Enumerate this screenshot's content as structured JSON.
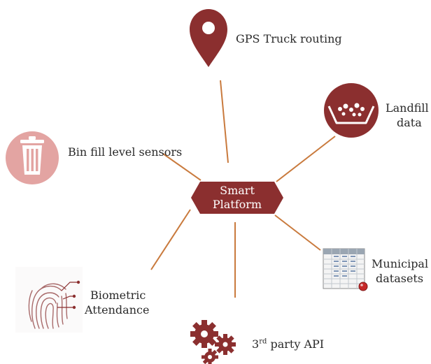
{
  "center": {
    "line1": "Smart",
    "line2": "Platform"
  },
  "nodes": {
    "gps": {
      "label": "GPS Truck routing",
      "icon": "map-pin-icon"
    },
    "landfill": {
      "line1": "Landfill",
      "line2": "data",
      "icon": "landfill-icon"
    },
    "bin": {
      "label": "Bin fill level sensors",
      "icon": "trash-bin-icon"
    },
    "municipal": {
      "line1": "Municipal",
      "line2": "datasets",
      "icon": "spreadsheet-icon"
    },
    "biometric": {
      "line1": "Biometric",
      "line2": "Attendance",
      "icon": "fingerprint-icon"
    },
    "api": {
      "prefix": "3",
      "sup": "rd",
      "suffix": " party API",
      "icon": "gears-icon"
    }
  },
  "colors": {
    "accent": "#8b2f2f",
    "connector": "#c97a3d",
    "bin_icon": "#e3a4a2"
  }
}
